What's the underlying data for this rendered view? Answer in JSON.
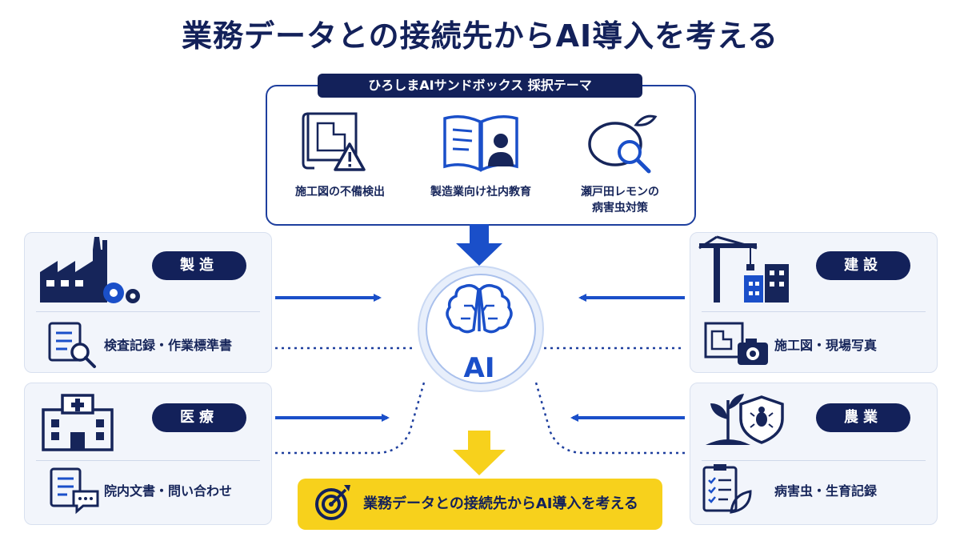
{
  "title": "業務データとの接続先からAI導入を考える",
  "theme_badge": "ひろしまAIサンドボックス 採択テーマ",
  "themes": [
    {
      "label": "施工図の不備検出"
    },
    {
      "label": "製造業向け社内教育"
    },
    {
      "label_line1": "瀬戸田レモンの",
      "label_line2": "病害虫対策"
    }
  ],
  "sectors": {
    "manufacturing": {
      "name": "製造",
      "data": "検査記録・作業標準書"
    },
    "medical": {
      "name": "医療",
      "data": "院内文書・問い合わせ"
    },
    "construction": {
      "name": "建設",
      "data": "施工図・現場写真"
    },
    "agriculture": {
      "name": "農業",
      "data": "病害虫・生育記録"
    }
  },
  "center": {
    "label": "AI"
  },
  "result": {
    "label": "業務データとの接続先からAI導入を考える"
  },
  "colors": {
    "navy": "#13215a",
    "blue": "#1a4fc9",
    "yellow": "#f7d11c",
    "panel": "#f2f5fb"
  }
}
